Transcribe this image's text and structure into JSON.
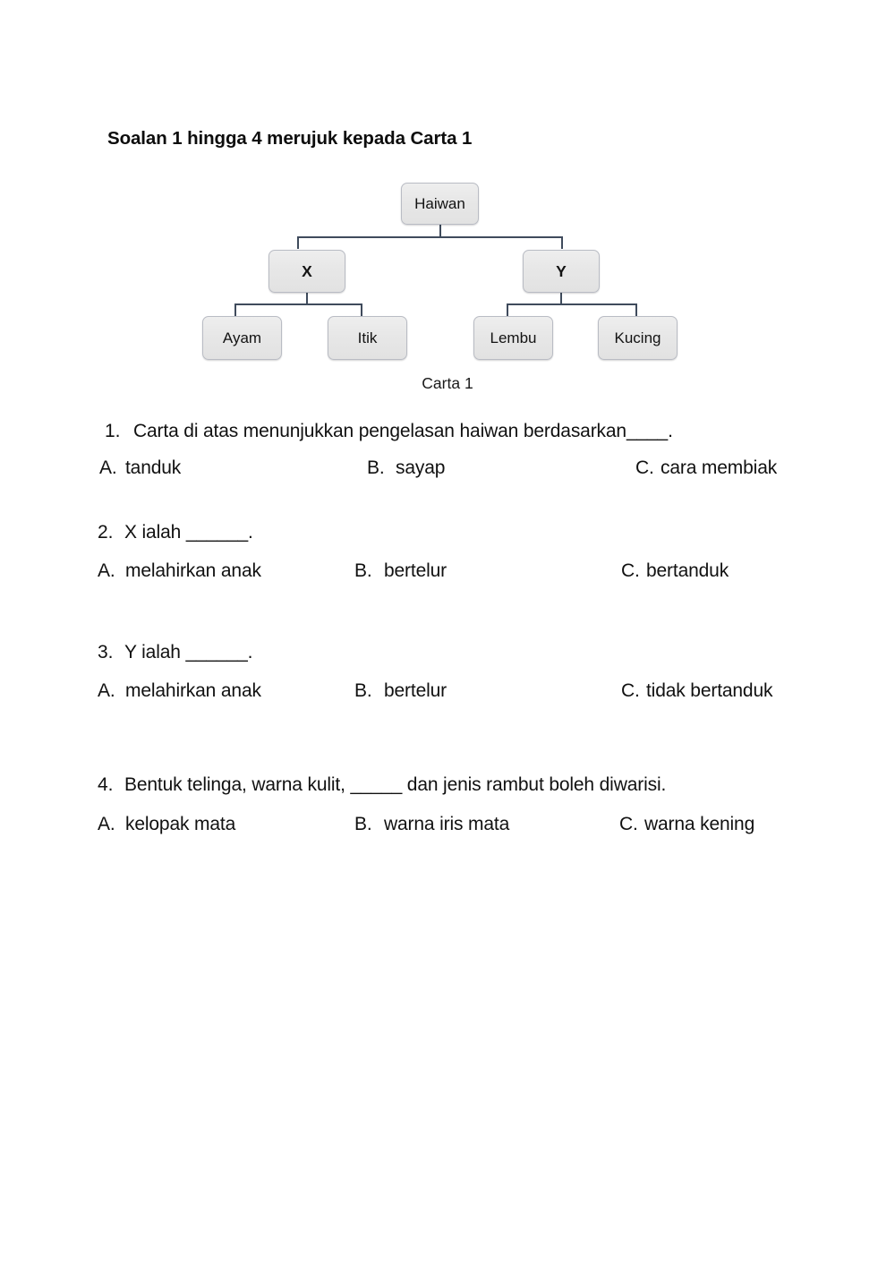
{
  "document": {
    "title": "Soalan 1 hingga 4 merujuk kepada Carta 1",
    "background_color": "#ffffff",
    "text_color": "#111111"
  },
  "chart_data": {
    "type": "diagram",
    "subtype": "classification-tree",
    "caption": "Carta 1",
    "node_fill_color": "#e6e6e6",
    "node_border_color": "#b9bcc4",
    "connector_color": "#3f4b5c",
    "root": "Haiwan",
    "nodes": [
      {
        "id": "root",
        "label": "Haiwan",
        "level": 0
      },
      {
        "id": "x",
        "label": "X",
        "level": 1
      },
      {
        "id": "y",
        "label": "Y",
        "level": 1
      },
      {
        "id": "ayam",
        "label": "Ayam",
        "level": 2
      },
      {
        "id": "itik",
        "label": "Itik",
        "level": 2
      },
      {
        "id": "lembu",
        "label": "Lembu",
        "level": 2
      },
      {
        "id": "kucing",
        "label": "Kucing",
        "level": 2
      }
    ],
    "edges": [
      {
        "from": "root",
        "to": "x"
      },
      {
        "from": "root",
        "to": "y"
      },
      {
        "from": "x",
        "to": "ayam"
      },
      {
        "from": "x",
        "to": "itik"
      },
      {
        "from": "y",
        "to": "lembu"
      },
      {
        "from": "y",
        "to": "kucing"
      }
    ]
  },
  "questions": [
    {
      "number": "1.",
      "stem": "Carta di atas menunjukkan pengelasan haiwan berdasarkan____.",
      "options": [
        {
          "letter": "A.",
          "text": "tanduk"
        },
        {
          "letter": "B.",
          "text": "sayap"
        },
        {
          "letter": "C.",
          "text": "cara membiak"
        }
      ]
    },
    {
      "number": "2.",
      "stem": "X ialah ______.",
      "options": [
        {
          "letter": "A.",
          "text": "melahirkan anak"
        },
        {
          "letter": "B.",
          "text": "bertelur"
        },
        {
          "letter": "C.",
          "text": "bertanduk"
        }
      ]
    },
    {
      "number": "3.",
      "stem": "Y ialah ______.",
      "options": [
        {
          "letter": "A.",
          "text": "melahirkan anak"
        },
        {
          "letter": "B.",
          "text": "bertelur"
        },
        {
          "letter": "C.",
          "text": "tidak bertanduk"
        }
      ]
    },
    {
      "number": "4.",
      "stem": "Bentuk telinga, warna kulit, _____ dan jenis rambut boleh diwarisi.",
      "options": [
        {
          "letter": "A.",
          "text": "kelopak mata"
        },
        {
          "letter": "B.",
          "text": "warna iris mata"
        },
        {
          "letter": "C.",
          "text": "warna kening"
        }
      ]
    }
  ]
}
